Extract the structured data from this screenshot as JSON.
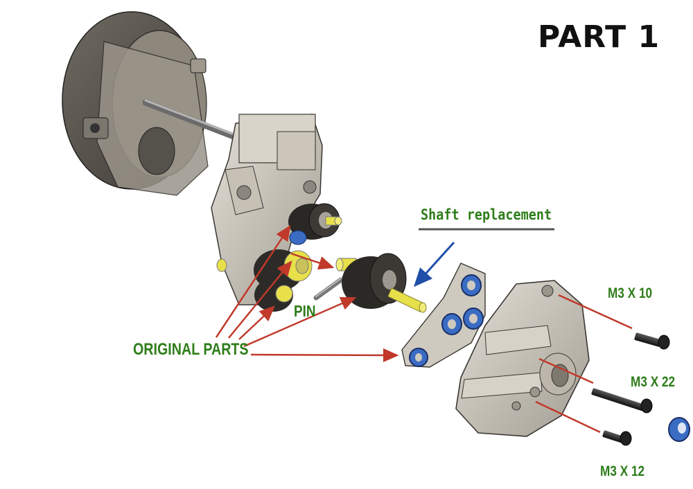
{
  "title": "PART 1",
  "labels": {
    "shaft_replacement": "Shaft replacement",
    "original_parts": "ORIGINAL PARTS",
    "pin": "PIN",
    "m3x10": "M3 X 10",
    "m3x22": "M3 X 22",
    "m3x12": "M3 X 12"
  },
  "colors": {
    "label_green": "#2e7d1a",
    "leader_red": "#c0392b",
    "arrow_blue": "#1f4fa8",
    "part_grey": "#b9b4aa",
    "part_dark": "#4a4742",
    "bearing_blue": "#3b6cc4",
    "shaft_yellow": "#e8e04a"
  }
}
